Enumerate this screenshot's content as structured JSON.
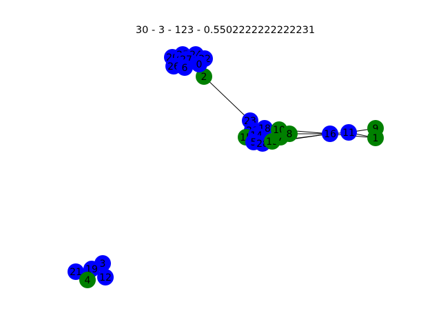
{
  "title": "30 - 3 - 123 - 0.5502222222222231",
  "colors": {
    "blue": "#0000ff",
    "green": "#008000",
    "edge": "#000000"
  },
  "graph": {
    "nodes": [
      {
        "id": "2",
        "color": "green"
      },
      {
        "id": "20",
        "color": "blue"
      },
      {
        "id": "25",
        "color": "blue"
      },
      {
        "id": "24",
        "color": "blue"
      },
      {
        "id": "22",
        "color": "blue"
      },
      {
        "id": "26",
        "color": "blue"
      },
      {
        "id": "27",
        "color": "blue"
      },
      {
        "id": "6",
        "color": "blue"
      },
      {
        "id": "0",
        "color": "blue"
      },
      {
        "id": "23",
        "color": "blue"
      },
      {
        "id": "29",
        "color": "blue"
      },
      {
        "id": "18",
        "color": "blue"
      },
      {
        "id": "15",
        "color": "green"
      },
      {
        "id": "14",
        "color": "blue"
      },
      {
        "id": "5",
        "color": "blue"
      },
      {
        "id": "28",
        "color": "blue"
      },
      {
        "id": "13",
        "color": "green"
      },
      {
        "id": "7",
        "color": "green"
      },
      {
        "id": "10",
        "color": "green"
      },
      {
        "id": "8",
        "color": "green"
      },
      {
        "id": "16",
        "color": "blue"
      },
      {
        "id": "11",
        "color": "blue"
      },
      {
        "id": "9",
        "color": "green"
      },
      {
        "id": "1",
        "color": "green"
      },
      {
        "id": "3",
        "color": "blue"
      },
      {
        "id": "21",
        "color": "blue"
      },
      {
        "id": "19",
        "color": "blue"
      },
      {
        "id": "12",
        "color": "blue"
      },
      {
        "id": "4",
        "color": "green"
      }
    ],
    "edges": [
      [
        "2",
        "23"
      ],
      [
        "2",
        "0"
      ],
      [
        "28",
        "16"
      ],
      [
        "13",
        "16"
      ],
      [
        "8",
        "16"
      ],
      [
        "10",
        "16"
      ],
      [
        "16",
        "11"
      ],
      [
        "11",
        "9"
      ],
      [
        "11",
        "1"
      ],
      [
        "16",
        "1"
      ],
      [
        "19",
        "4"
      ],
      [
        "3",
        "19"
      ]
    ]
  }
}
